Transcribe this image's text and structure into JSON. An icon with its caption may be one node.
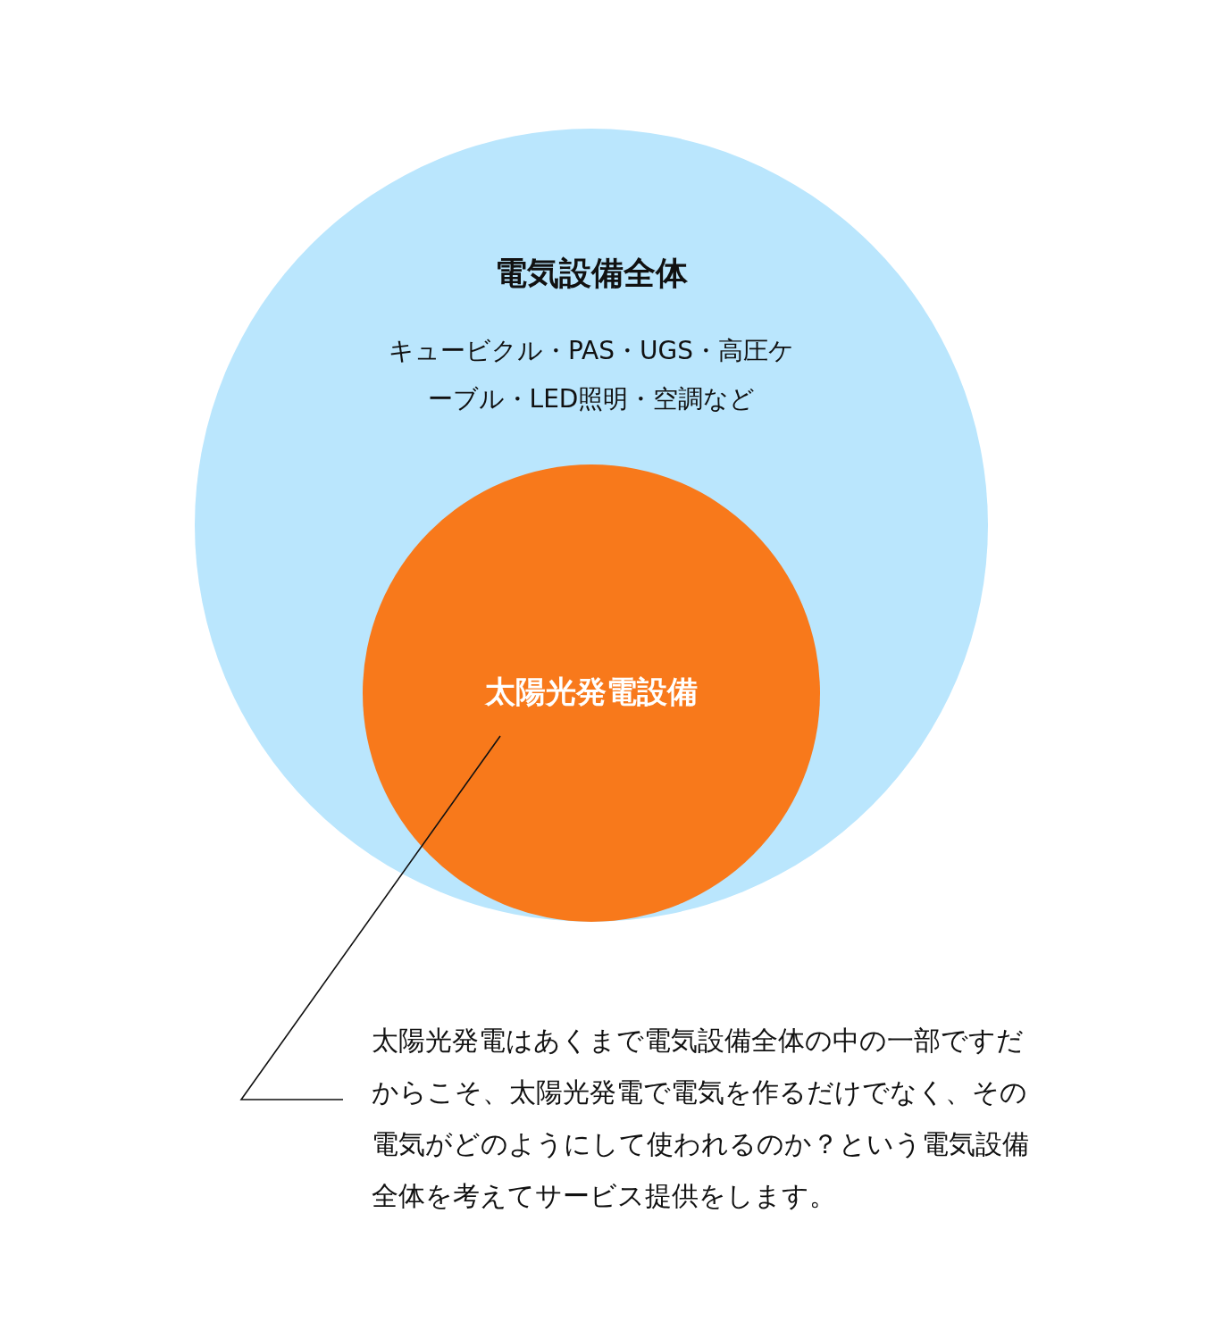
{
  "diagram": {
    "nodes": [
      {
        "text": [
          "電気設備全体",
          "キュービクル・PAS・UGS・高圧ケーブル・LED照明・空調など"
        ]
      },
      {
        "text": [
          "太陽光発電設備"
        ],
        "in": 0
      },
      {
        "text": [
          "太陽光発電はあくまで電気設備全体の中の一部ですだからこそ、太陽光発電で電気を作るだけでなく、その電気がどのようにして使われるのか？という電気設備全体を考えてサービス提供をします。"
        ]
      }
    ],
    "edges": [
      {
        "from": 2,
        "to": 1,
        "arrow": "none"
      }
    ]
  }
}
